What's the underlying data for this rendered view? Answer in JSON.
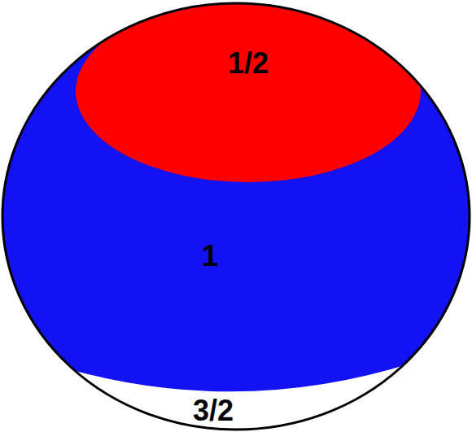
{
  "diagram": {
    "nodes": [
      {
        "text": [
          "1/2"
        ]
      },
      {
        "text": [
          "1"
        ]
      },
      {
        "text": [
          "3/2"
        ]
      }
    ]
  }
}
